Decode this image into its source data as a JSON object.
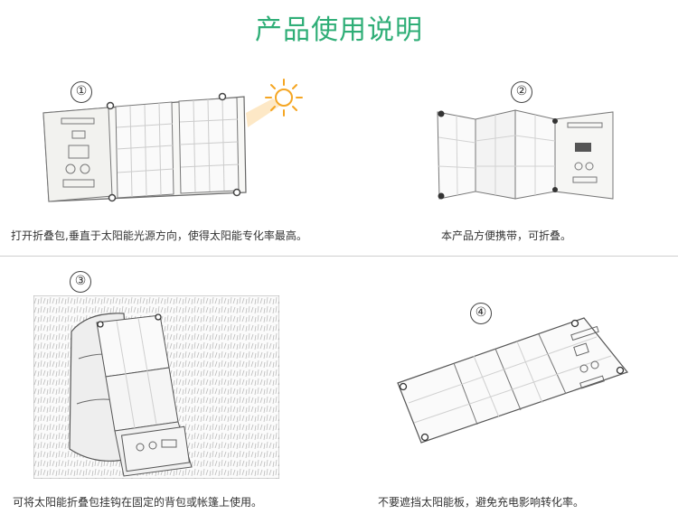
{
  "page": {
    "title": "产品使用说明"
  },
  "steps": [
    {
      "number": "①",
      "caption": "打开折叠包,垂直于太阳能光源方向，使得太阳能专化率最高。"
    },
    {
      "number": "②",
      "caption": "本产品方便携带，可折叠。"
    },
    {
      "number": "③",
      "caption": "可将太阳能折叠包挂钩在固定的背包或帐篷上使用。"
    },
    {
      "number": "④",
      "caption": "不要遮挡太阳能板，避免充电影响转化率。"
    }
  ],
  "colors": {
    "title": "#2fae77",
    "sun": "#f5a623",
    "line": "#555555"
  }
}
